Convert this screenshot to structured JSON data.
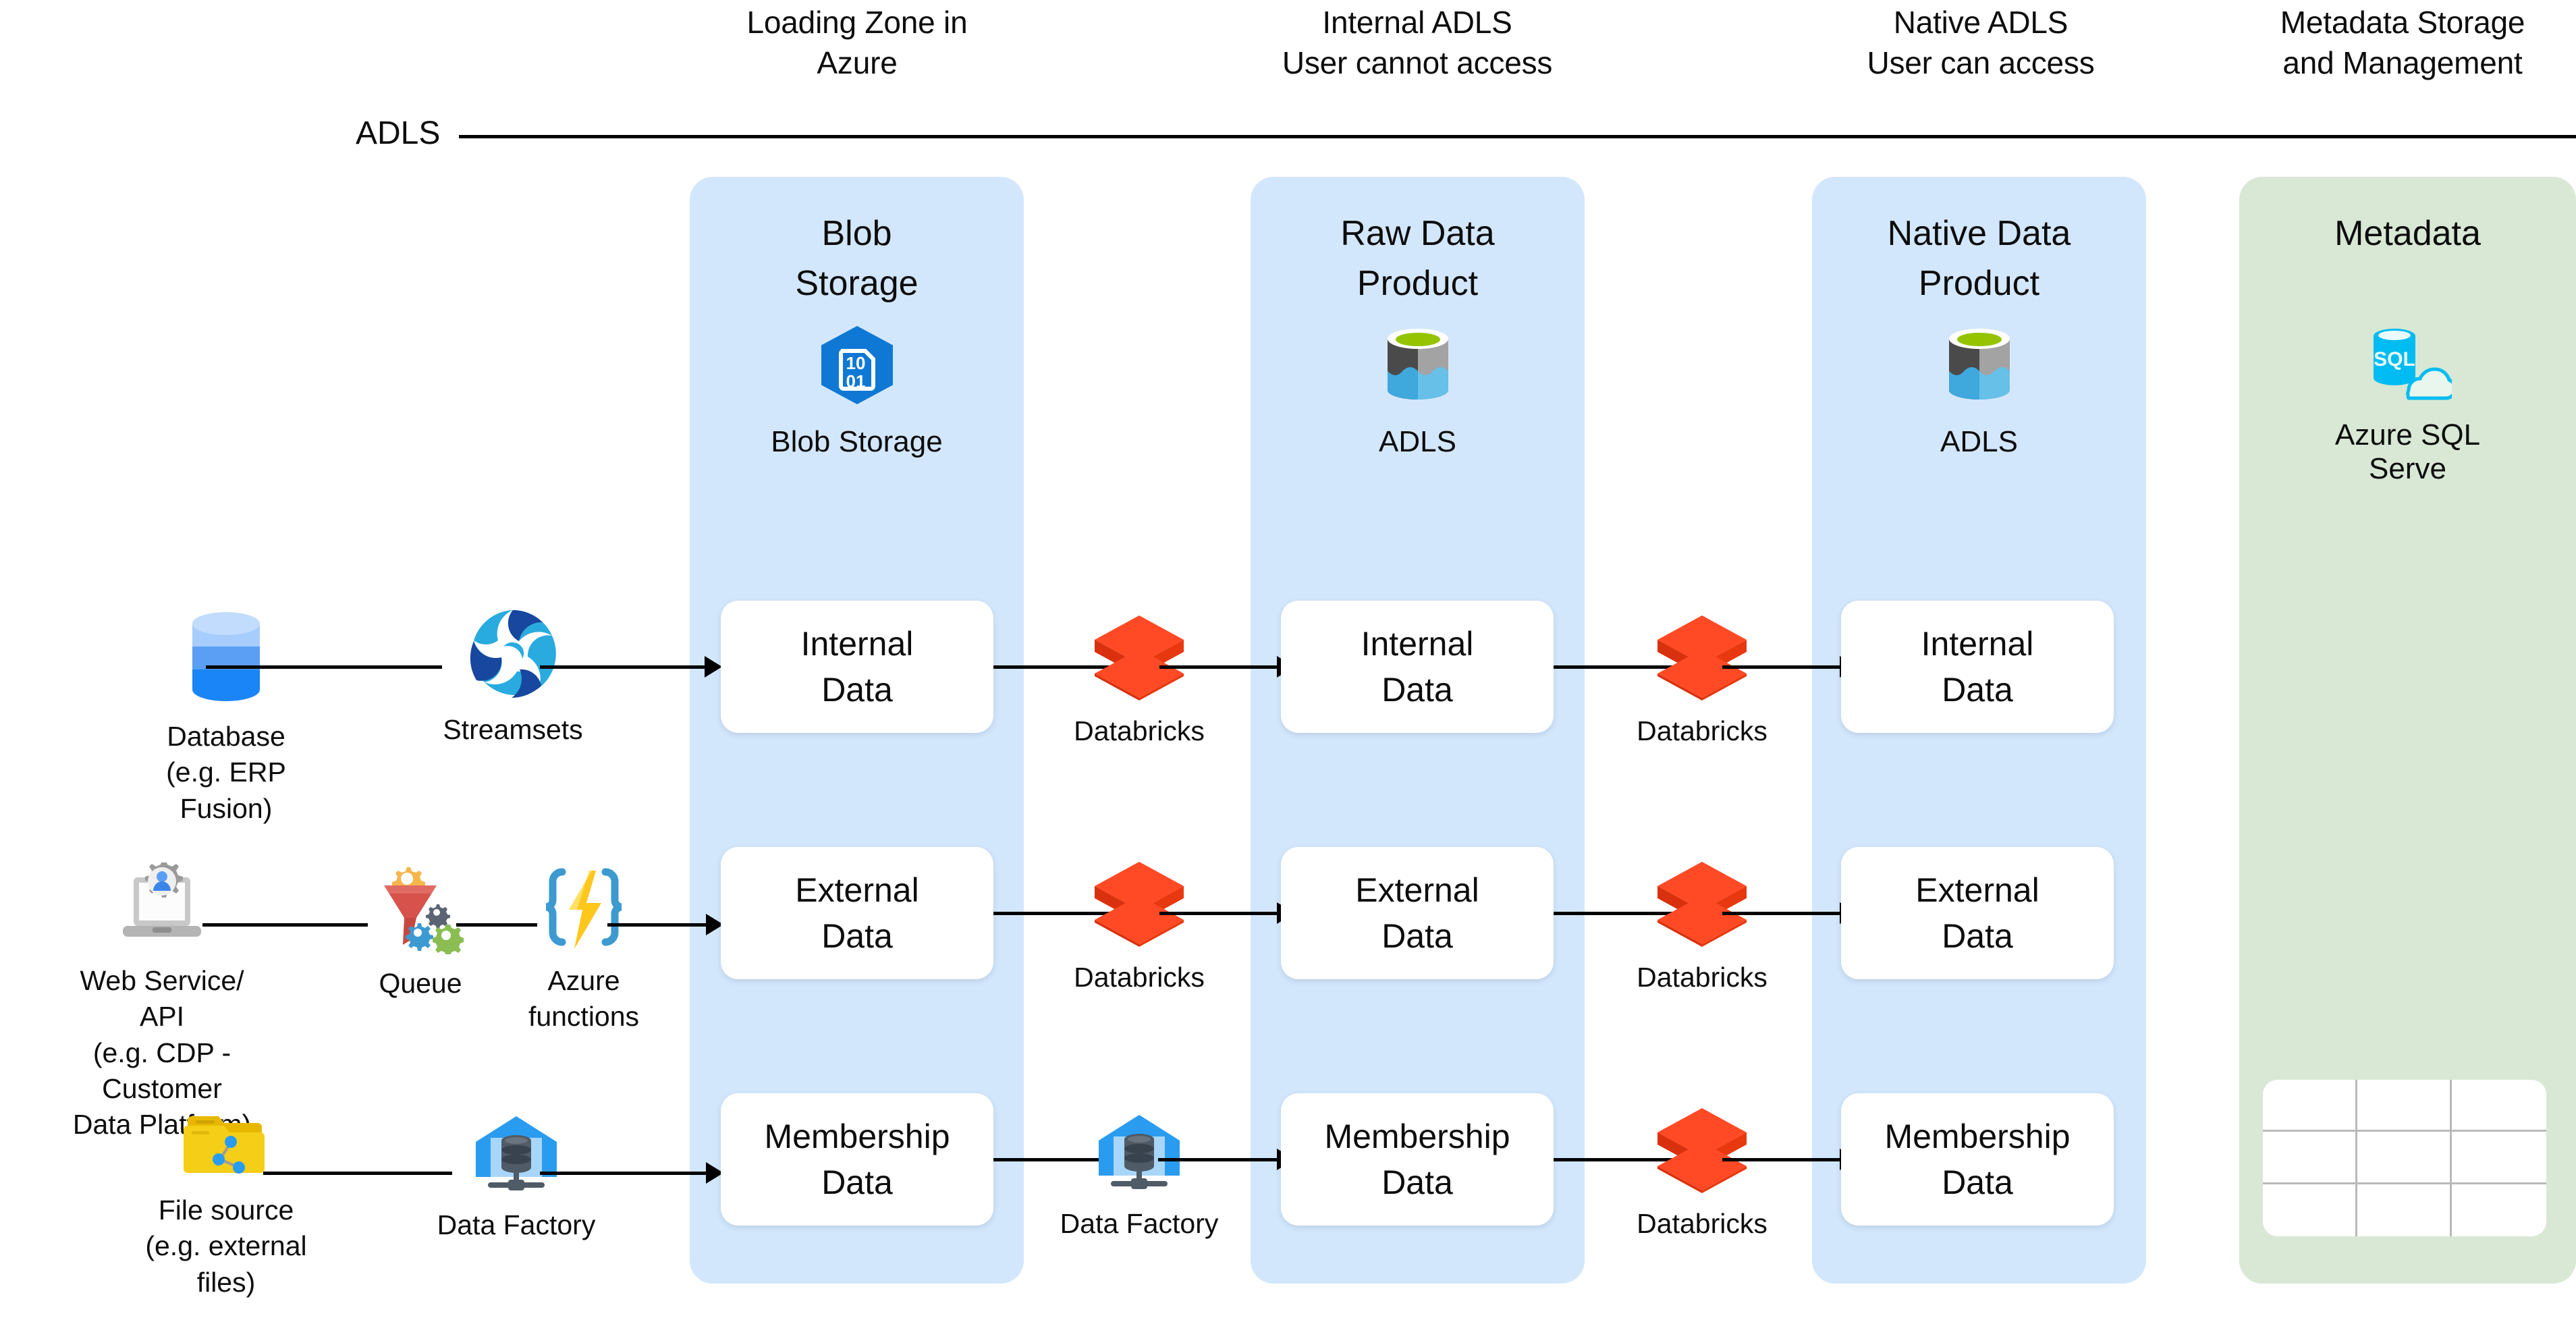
{
  "headers": [
    {
      "lines": [
        "Loading Zone in",
        "Azure"
      ]
    },
    {
      "lines": [
        "Internal ADLS",
        "User cannot access"
      ]
    },
    {
      "lines": [
        "Native ADLS",
        "User can access"
      ]
    },
    {
      "lines": [
        "Metadata Storage",
        "and Management"
      ]
    }
  ],
  "swimlane": {
    "label": "ADLS"
  },
  "zones": [
    {
      "title_lines": [
        "Blob",
        "Storage"
      ],
      "icon": "blob-storage-icon",
      "sublabel": "Blob Storage",
      "accent": "#d3e7fc"
    },
    {
      "title_lines": [
        "Raw Data",
        "Product"
      ],
      "icon": "adls-icon",
      "sublabel": "ADLS",
      "accent": "#d3e7fc"
    },
    {
      "title_lines": [
        "Native Data",
        "Product"
      ],
      "icon": "adls-icon",
      "sublabel": "ADLS",
      "accent": "#d3e7fc"
    },
    {
      "title_lines": [
        "Metadata"
      ],
      "icon": "azure-sql-icon",
      "sublabel_lines": [
        "Azure SQL",
        "Serve"
      ],
      "accent": "#d8e8d4"
    }
  ],
  "sources": [
    {
      "icon": "database-icon",
      "caption_lines": [
        "Database",
        "(e.g. ERP Fusion)"
      ]
    },
    {
      "icon": "web-service-icon",
      "caption_lines": [
        "Web Service/ API",
        "(e.g. CDP - Customer",
        "Data Platform)"
      ]
    },
    {
      "icon": "file-source-icon",
      "caption_lines": [
        "File source",
        "(e.g. external files)"
      ]
    }
  ],
  "ingest": [
    {
      "icon": "streamsets-icon",
      "caption_lines": [
        "Streamsets"
      ]
    },
    {
      "icon": "queue-icon",
      "caption_lines": [
        "Queue"
      ]
    },
    {
      "icon": "azure-functions-icon",
      "caption_lines": [
        "Azure",
        "functions"
      ]
    },
    {
      "icon": "data-factory-icon",
      "caption_lines": [
        "Data Factory"
      ]
    }
  ],
  "transforms": [
    {
      "icon": "databricks-icon",
      "caption": "Databricks"
    },
    {
      "icon": "databricks-icon",
      "caption": "Databricks"
    },
    {
      "icon": "databricks-icon",
      "caption": "Databricks"
    },
    {
      "icon": "databricks-icon",
      "caption": "Databricks"
    },
    {
      "icon": "data-factory-icon",
      "caption": "Data Factory"
    },
    {
      "icon": "databricks-icon",
      "caption": "Databricks"
    }
  ],
  "rows": [
    {
      "cards": [
        "Internal\nData",
        "Internal\nData",
        "Internal\nData"
      ]
    },
    {
      "cards": [
        "External\nData",
        "External\nData",
        "External\nData"
      ]
    },
    {
      "cards": [
        "Membership\nData",
        "Membership\nData",
        "Membership\nData"
      ]
    }
  ],
  "cards": {
    "r1c1": {
      "l1": "Internal",
      "l2": "Data"
    },
    "r1c2": {
      "l1": "Internal",
      "l2": "Data"
    },
    "r1c3": {
      "l1": "Internal",
      "l2": "Data"
    },
    "r2c1": {
      "l1": "External",
      "l2": "Data"
    },
    "r2c2": {
      "l1": "External",
      "l2": "Data"
    },
    "r2c3": {
      "l1": "External",
      "l2": "Data"
    },
    "r3c1": {
      "l1": "Membership",
      "l2": "Data"
    },
    "r3c2": {
      "l1": "Membership",
      "l2": "Data"
    },
    "r3c3": {
      "l1": "Membership",
      "l2": "Data"
    }
  },
  "colors": {
    "zone_blue": "#d3e7fc",
    "zone_green": "#d8e8d4",
    "card_white": "#ffffff",
    "connector_black": "#000000",
    "databricks_red": "#ff3621",
    "azure_blue": "#0f78d4",
    "adls_green": "#95c300",
    "adls_water": "#3fa8dd",
    "sql_cyan": "#00bcf2",
    "queue_red": "#d6524b",
    "functions_yellow": "#ffc61c",
    "folder_yellow": "#f2c811",
    "text": "#0d0d0d"
  },
  "metadata_grid": {
    "rows": 3,
    "cols": 3,
    "cells": [
      "",
      "",
      "",
      "",
      "",
      "",
      "",
      "",
      ""
    ]
  }
}
